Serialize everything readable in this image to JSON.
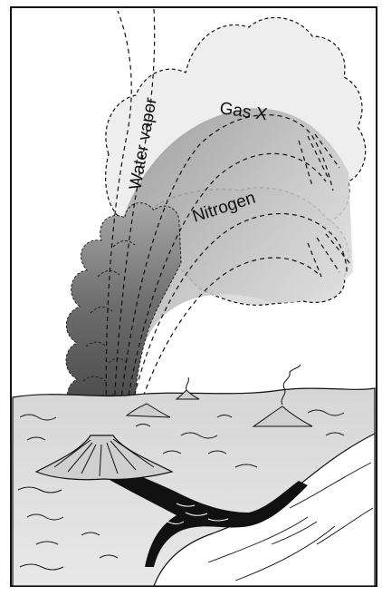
{
  "figure": {
    "labels": {
      "water_vapor": "Water vapor",
      "gas_x": "Gas X",
      "nitrogen": "Nitrogen"
    },
    "colors": {
      "frame": "#111111",
      "plume_dark": "#4a4a4a",
      "cloud_light": "#e4e4e4",
      "lava": "#111111",
      "ground": "#d9d9d9"
    }
  }
}
